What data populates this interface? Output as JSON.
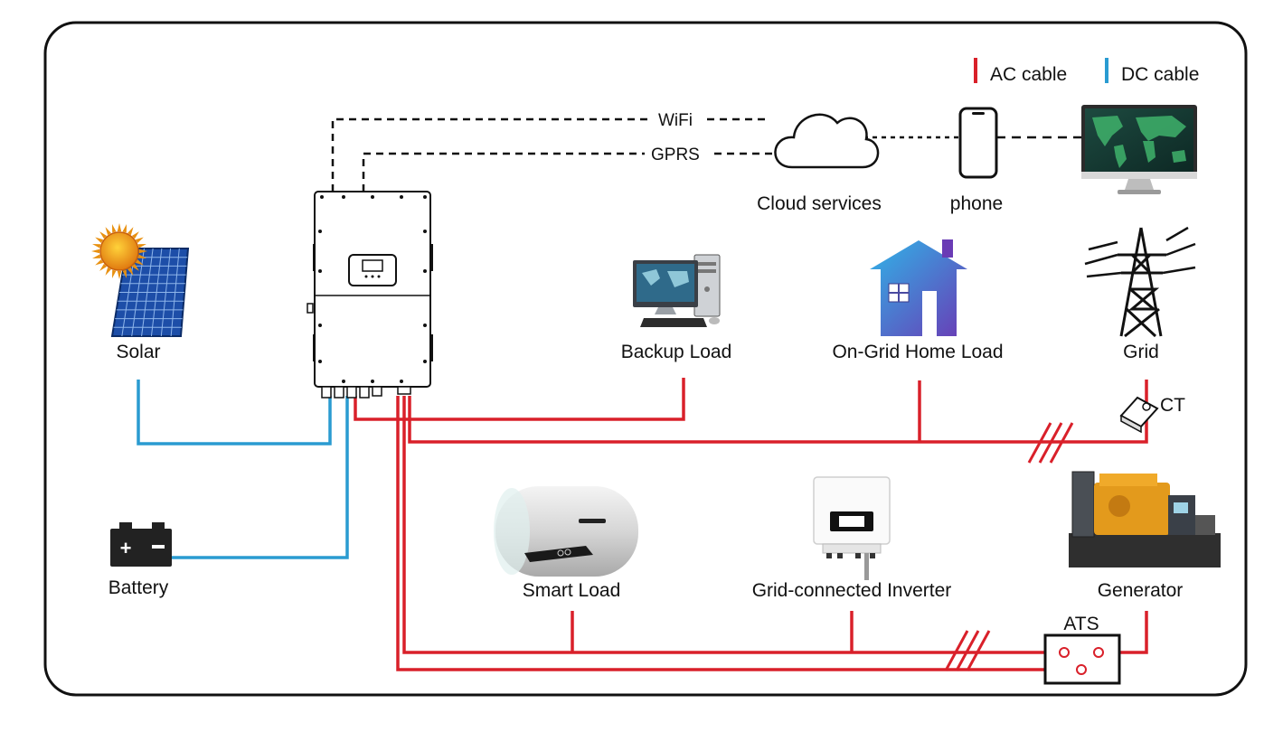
{
  "legend": {
    "ac_label": "AC cable",
    "dc_label": "DC cable",
    "ac_color": "#d9202a",
    "dc_color": "#2a9bd1"
  },
  "comm": {
    "wifi_label": "WiFi",
    "gprs_label": "GPRS"
  },
  "nodes": {
    "solar": "Solar",
    "battery": "Battery",
    "cloud": "Cloud services",
    "phone": "phone",
    "backup_load": "Backup Load",
    "home_load": "On-Grid Home Load",
    "grid": "Grid",
    "ct": "CT",
    "smart_load": "Smart Load",
    "grid_inverter": "Grid-connected Inverter",
    "generator": "Generator",
    "ats": "ATS"
  },
  "icons": {
    "solar": "solar-panel-with-sun-icon",
    "battery": "battery-icon",
    "hybrid_inverter": "hybrid-inverter-icon",
    "cloud": "cloud-icon",
    "phone": "smartphone-icon",
    "monitor": "world-map-monitor-icon",
    "backup_load": "desktop-computer-icon",
    "home_load": "house-icon",
    "grid": "transmission-tower-icon",
    "ct": "current-transformer-icon",
    "smart_load": "water-heater-icon",
    "grid_inverter": "grid-inverter-icon",
    "generator": "diesel-generator-icon",
    "ats": "transfer-switch-icon"
  }
}
